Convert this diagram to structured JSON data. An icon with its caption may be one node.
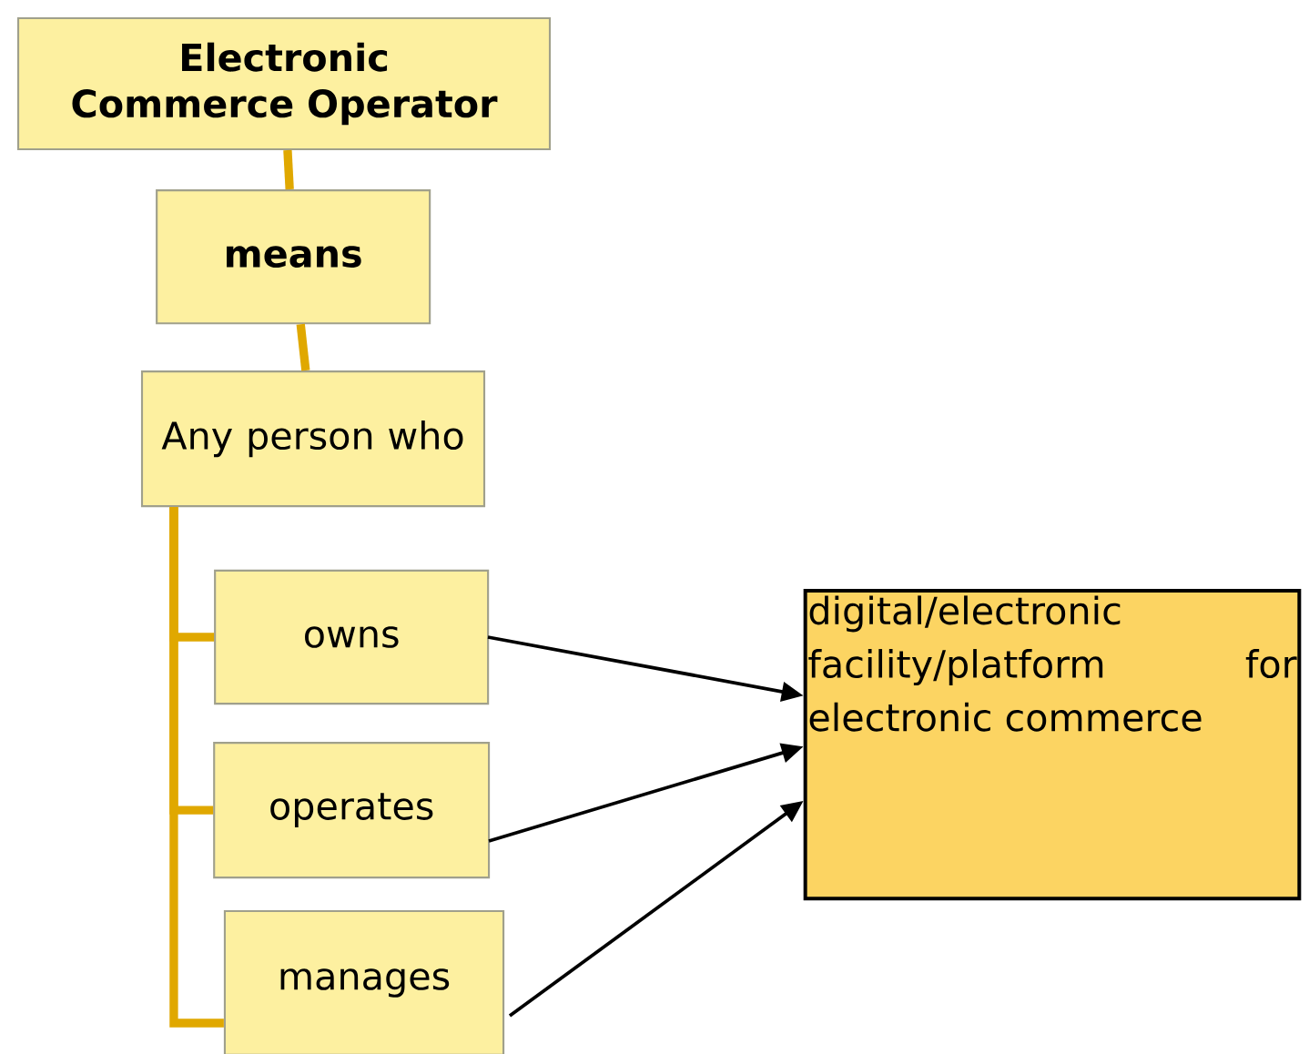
{
  "diagram": {
    "nodes": [
      {
        "text": [
          "Electronic Commerce Operator"
        ]
      },
      {
        "text": [
          "means"
        ]
      },
      {
        "text": [
          "Any person who"
        ]
      },
      {
        "text": [
          "owns"
        ]
      },
      {
        "text": [
          "operates"
        ]
      },
      {
        "text": [
          "manages"
        ]
      },
      {
        "text": [
          "digital/electronic facility/platform for electronic commerce"
        ]
      }
    ],
    "edges": [
      {
        "from": 0,
        "to": 1,
        "arrow": "none"
      },
      {
        "from": 1,
        "to": 2,
        "arrow": "none"
      },
      {
        "from": 2,
        "to": 3,
        "arrow": "none"
      },
      {
        "from": 2,
        "to": 4,
        "arrow": "none"
      },
      {
        "from": 2,
        "to": 5,
        "arrow": "none"
      },
      {
        "from": 3,
        "to": 6,
        "arrow": "to",
        "color": "#000000"
      },
      {
        "from": 4,
        "to": 6,
        "arrow": "to",
        "color": "#000000"
      },
      {
        "from": 5,
        "to": 6,
        "arrow": "to",
        "color": "#000000"
      }
    ]
  }
}
